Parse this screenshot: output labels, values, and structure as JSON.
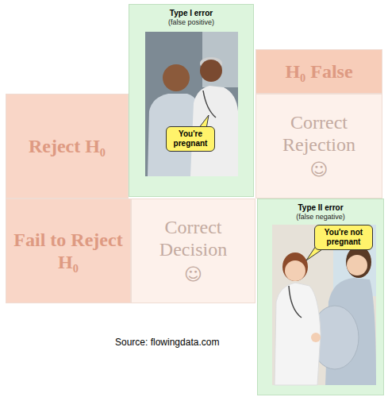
{
  "diagram": {
    "nodes": [
      {
        "text": [
          "Type I error",
          "(false positive)"
        ]
      },
      {
        "text": [
          "You're pregnant"
        ],
        "in": 0
      },
      {
        "text": [
          "H₀ False"
        ]
      },
      {
        "text": [
          "Reject H₀"
        ]
      },
      {
        "text": [
          "Correct Rejection",
          "☺"
        ]
      },
      {
        "text": [
          "Fail to Reject H₀"
        ]
      },
      {
        "text": [
          "Correct Decision",
          "☺"
        ]
      },
      {
        "text": [
          "Type II error",
          "(false negative)"
        ]
      },
      {
        "text": [
          "You're not pregnant"
        ],
        "in": 7
      }
    ],
    "labels": [
      "Source: flowingdata.com"
    ]
  }
}
